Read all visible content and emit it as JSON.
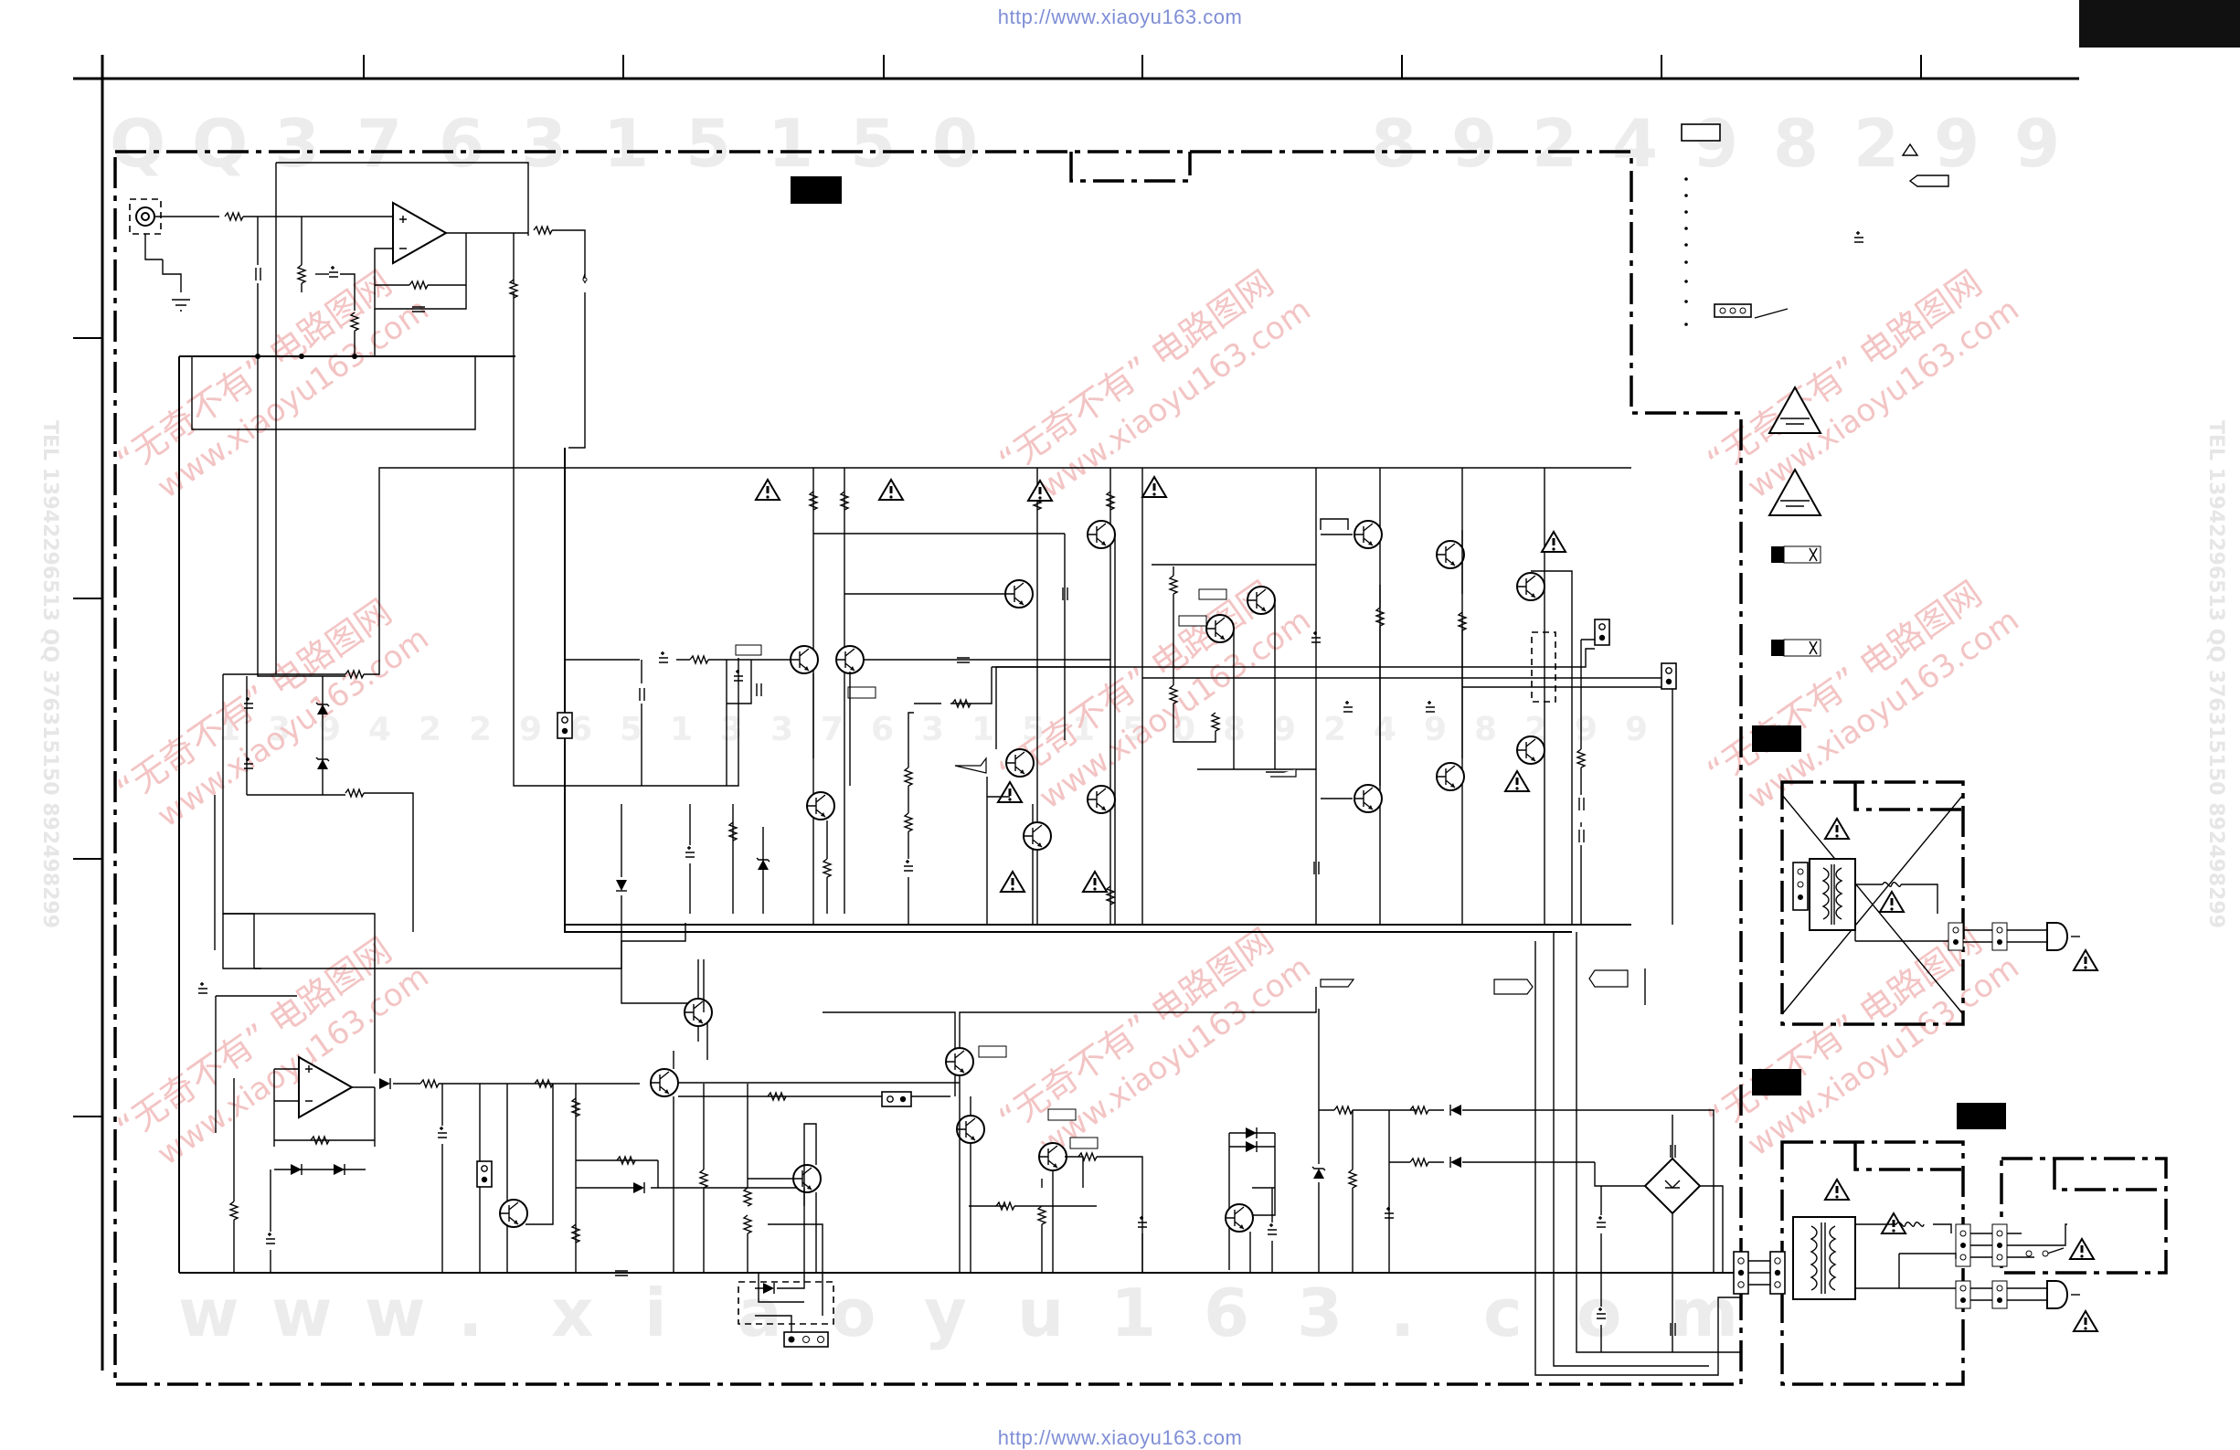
{
  "header": {
    "source_url_top": "http://www.xiaoyu163.com",
    "source_url_bottom": "http://www.xiaoyu163.com"
  },
  "watermarks": {
    "qq_line": [
      "Q",
      "Q",
      "3",
      "7",
      "6",
      "3",
      "1",
      "5",
      "1",
      "5",
      "0",
      "8",
      "9",
      "2",
      "4",
      "9",
      "8",
      "2",
      "9",
      "9"
    ],
    "mid_line": [
      "1",
      "3",
      "9",
      "4",
      "2",
      "2",
      "9",
      "6",
      "5",
      "1",
      "3",
      "3",
      "7",
      "6",
      "3",
      "1",
      "5",
      "1",
      "5",
      "0",
      "8",
      "9",
      "2",
      "4",
      "9",
      "8",
      "2",
      "9",
      "9"
    ],
    "www_line": [
      "w",
      "w",
      "w",
      ".",
      "x",
      "i",
      "a",
      "o",
      "y",
      "u",
      "1",
      "6",
      "3",
      ".",
      "c",
      "o",
      "m"
    ],
    "chinese_brand": "“无奇不有” 电路图网",
    "domain": "www.xiaoyu163.com",
    "side_text": "TEL 13942296513   QQ 376315150   892498299"
  },
  "colors": {
    "ink": "#000000",
    "link_blue": "#7f8ed6",
    "watermark_red": "#f3c4c4",
    "watermark_gray": "#ececec"
  },
  "icons": [
    "warning-triangle-icon",
    "fuse-icon",
    "transformer-icon",
    "bridge-rectifier-icon",
    "ac-plug-icon",
    "rca-jack-icon",
    "ground-icon",
    "transistor-icon",
    "op-amp-icon",
    "diode-icon",
    "zener-diode-icon",
    "led-icon",
    "connector-icon"
  ]
}
